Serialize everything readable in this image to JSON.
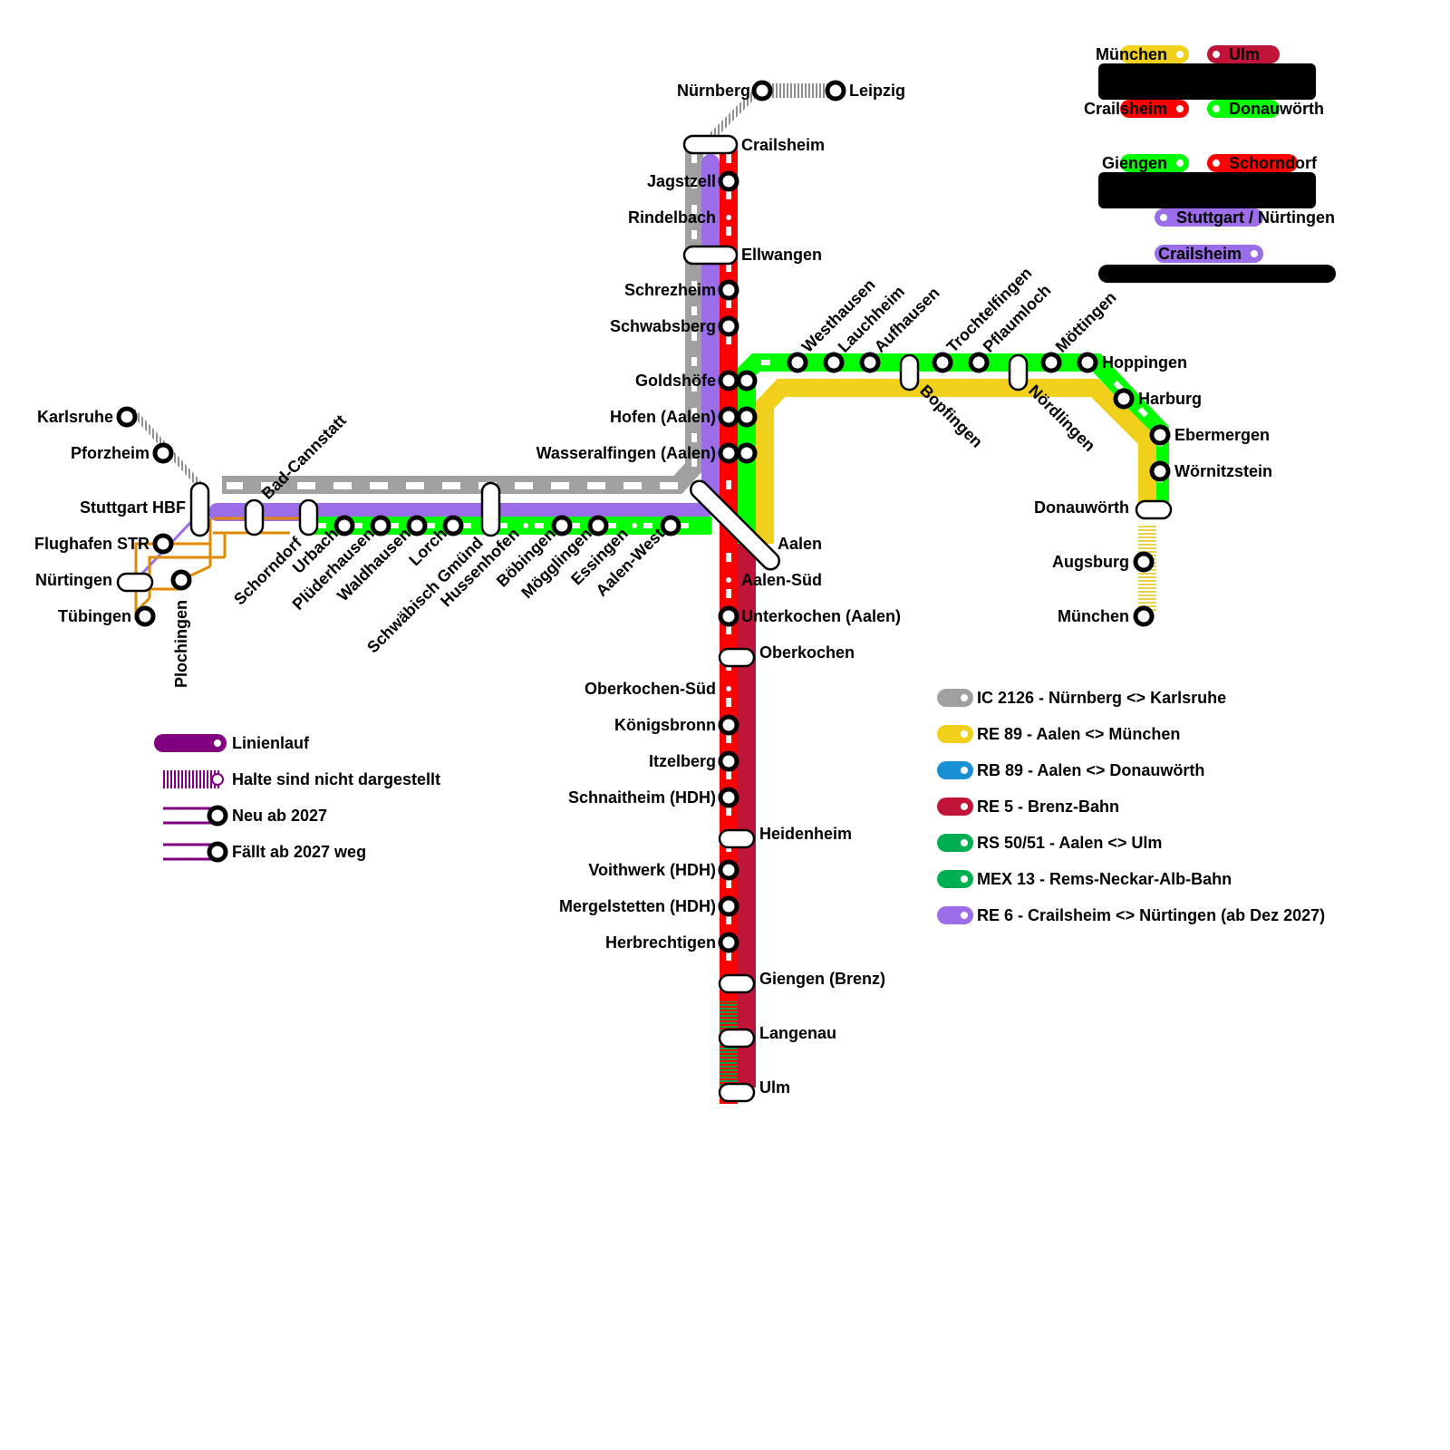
{
  "colors": {
    "ic": "#a0a0a0",
    "re89": "#f0d01a",
    "rb89": "#1b8fd6",
    "re5": "#c01438",
    "rs50": "#00b050",
    "mex13": "#00ff00",
    "re6": "#9b6de8",
    "red": "#ff0000",
    "orange": "#e08a00",
    "legend_purple": "#800080"
  },
  "stations": {
    "nuernberg": "Nürnberg",
    "leipzig": "Leipzig",
    "crailsheim": "Crailsheim",
    "jagstzell": "Jagstzell",
    "rindelbach": "Rindelbach",
    "ellwangen": "Ellwangen",
    "schrezheim": "Schrezheim",
    "schwabsberg": "Schwabsberg",
    "goldshoefe": "Goldshöfe",
    "hofen": "Hofen (Aalen)",
    "wasseralfingen": "Wasseralfingen (Aalen)",
    "aalen": "Aalen",
    "aalen_sued": "Aalen-Süd",
    "unterkochen": "Unterkochen (Aalen)",
    "oberkochen": "Oberkochen",
    "oberkochen_sued": "Oberkochen-Süd",
    "koenigsbronn": "Königsbronn",
    "itzelberg": "Itzelberg",
    "schnaitheim": "Schnaitheim (HDH)",
    "heidenheim": "Heidenheim",
    "voithwerk": "Voithwerk (HDH)",
    "mergelstetten": "Mergelstetten (HDH)",
    "herbrechtigen": "Herbrechtigen",
    "giengen_brenz": "Giengen (Brenz)",
    "langenau": "Langenau",
    "ulm": "Ulm",
    "karlsruhe": "Karlsruhe",
    "pforzheim": "Pforzheim",
    "stuttgart_hbf": "Stuttgart HBF",
    "flughafen": "Flughafen STR",
    "nuertingen": "Nürtingen",
    "tuebingen": "Tübingen",
    "plochingen": "Plochingen",
    "bad_cannstatt": "Bad-Cannstatt",
    "schorndorf": "Schorndorf",
    "urbach": "Urbach",
    "pluederhausen": "Plüderhausen",
    "waldhausen": "Waldhausen",
    "lorch": "Lorch",
    "schwaebisch_gmuend": "Schwäbisch Gmünd",
    "hussenhofen": "Hussenhofen",
    "boebingen": "Böbingen",
    "moegglingen": "Mögglingen",
    "essingen": "Essingen",
    "aalen_west": "Aalen-West",
    "westhausen": "Westhausen",
    "lauchheim": "Lauchheim",
    "aufhausen": "Aufhausen",
    "bopfingen": "Bopfingen",
    "trochtelfingen": "Trochtelfingen",
    "pflaumloch": "Pflaumloch",
    "noerdlingen": "Nördlingen",
    "moettingen": "Möttingen",
    "hoppingen": "Hoppingen",
    "harburg": "Harburg",
    "ebermergen": "Ebermergen",
    "woernitzstein": "Wörnitzstein",
    "donauwoerth": "Donauwörth",
    "augsburg": "Augsburg",
    "muenchen": "München"
  },
  "destinations": {
    "muenchen": "München",
    "ulm": "Ulm",
    "crailsheim_red": "Crailsheim",
    "donauwoerth": "Donauwörth",
    "giengen": "Giengen",
    "schorndorf": "Schorndorf",
    "stuttgart_nuertingen": "Stuttgart / Nürtingen",
    "crailsheim_purple": "Crailsheim"
  },
  "legend_symbols": [
    {
      "label": "Linienlauf"
    },
    {
      "label": "Halte sind nicht dargestellt"
    },
    {
      "label": "Neu ab 2027"
    },
    {
      "label": "Fällt ab 2027 weg"
    }
  ],
  "legend_lines": [
    {
      "label": "IC 2126 - Nürnberg <> Karlsruhe",
      "color": "#a0a0a0"
    },
    {
      "label": "RE 89 - Aalen <> München",
      "color": "#f0d01a"
    },
    {
      "label": "RB 89 - Aalen <> Donauwörth",
      "color": "#1b8fd6"
    },
    {
      "label": "RE 5 - Brenz-Bahn",
      "color": "#c01438"
    },
    {
      "label": "RS 50/51 - Aalen <> Ulm",
      "color": "#00b050"
    },
    {
      "label": "MEX 13 - Rems-Neckar-Alb-Bahn",
      "color": "#00b050"
    },
    {
      "label": "RE 6 - Crailsheim <> Nürtingen (ab Dez 2027)",
      "color": "#9b6de8"
    }
  ]
}
